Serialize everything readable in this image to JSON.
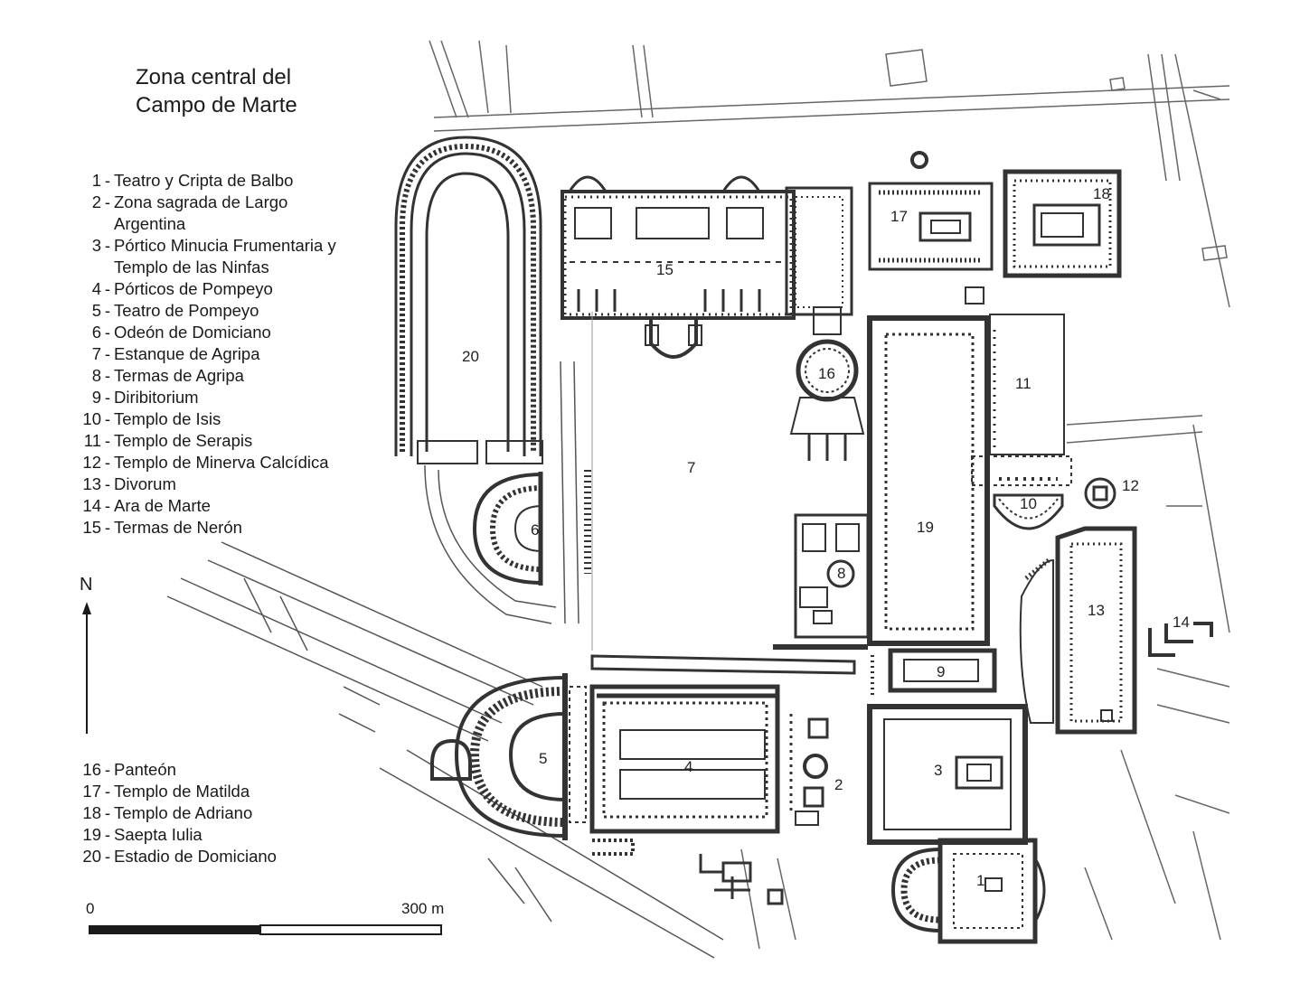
{
  "title": {
    "line1": "Zona central del",
    "line2": "Campo de Marte"
  },
  "legend_top": [
    {
      "num": "1",
      "label": "Teatro y Cripta de Balbo"
    },
    {
      "num": "2",
      "label": "Zona sagrada de Largo",
      "cont": "Argentina"
    },
    {
      "num": "3",
      "label": "Pórtico Minucia Frumentaria y",
      "cont": "Templo de las Ninfas"
    },
    {
      "num": "4",
      "label": "Pórticos de Pompeyo"
    },
    {
      "num": "5",
      "label": "Teatro de Pompeyo"
    },
    {
      "num": "6",
      "label": "Odeón de Domiciano"
    },
    {
      "num": "7",
      "label": "Estanque de Agripa"
    },
    {
      "num": "8",
      "label": "Termas de Agripa"
    },
    {
      "num": "9",
      "label": "Diribitorium"
    },
    {
      "num": "10",
      "label": "Templo de Isis"
    },
    {
      "num": "11",
      "label": "Templo de Serapis"
    },
    {
      "num": "12",
      "label": "Templo de Minerva Calcídica"
    },
    {
      "num": "13",
      "label": "Divorum"
    },
    {
      "num": "14",
      "label": "Ara de Marte"
    },
    {
      "num": "15",
      "label": "Termas de Nerón"
    }
  ],
  "legend_bottom": [
    {
      "num": "16",
      "label": "Panteón"
    },
    {
      "num": "17",
      "label": "Templo de Matilda"
    },
    {
      "num": "18",
      "label": "Templo de Adriano"
    },
    {
      "num": "19",
      "label": "Saepta Iulia"
    },
    {
      "num": "20",
      "label": "Estadio de Domiciano"
    }
  ],
  "north": {
    "label": "N"
  },
  "scale": {
    "start": "0",
    "end": "300 m"
  },
  "map_labels": {
    "l1": "1",
    "l2": "2",
    "l3": "3",
    "l4": "4",
    "l5": "5",
    "l6": "6",
    "l7": "7",
    "l8": "8",
    "l9": "9",
    "l10": "10",
    "l11": "11",
    "l12": "12",
    "l13": "13",
    "l14": "14",
    "l15": "15",
    "l16": "16",
    "l17": "17",
    "l18": "18",
    "l19": "19",
    "l20": "20"
  },
  "colors": {
    "ink": "#1a1a1a",
    "paper": "#ffffff",
    "wall": "#333333"
  }
}
